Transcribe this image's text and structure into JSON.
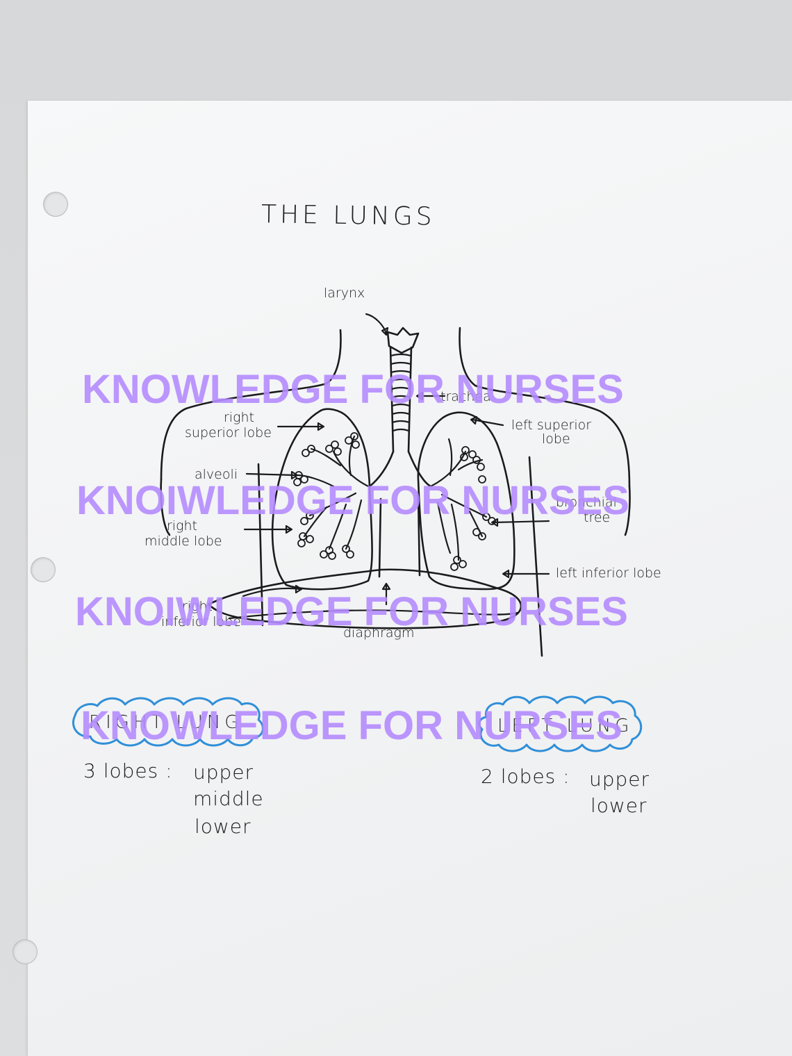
{
  "page": {
    "title": "THE LUNGS"
  },
  "diagram": {
    "labels": {
      "larynx": "larynx",
      "trachea": "trachea",
      "right_superior_lobe_1": "right",
      "right_superior_lobe_2": "superior lobe",
      "left_superior_lobe_1": "left superior",
      "left_superior_lobe_2": "lobe",
      "alveoli": "alveoli",
      "bronchial_tree_1": "bronchial",
      "bronchial_tree_2": "tree",
      "right_middle_lobe_1": "right",
      "right_middle_lobe_2": "middle lobe",
      "left_inferior_lobe": "left inferior lobe",
      "right_inferior_lobe_1": "right",
      "right_inferior_lobe_2": "inferior lobe",
      "diaphragm": "diaphragm"
    }
  },
  "notes": {
    "right_lung": {
      "heading": "RIGHT LUNG",
      "lobes_label": "3 lobes :",
      "lobes": [
        "upper",
        "middle",
        "lower"
      ]
    },
    "left_lung": {
      "heading": "LEFT LUNG",
      "lobes_label": "2 lobes :",
      "lobes": [
        "upper",
        "lower"
      ]
    }
  },
  "watermarks": [
    "KNOWLEDGE FOR NURSES",
    "KNOIWLEDGE FOR NURSES",
    "KNOIWLEDGE FOR NURSES",
    "KNOWLEDGE FOR NURSES"
  ],
  "colors": {
    "ink": "#1b1b1d",
    "cloud_outline": "#2f8fd8",
    "watermark": "#b58cff"
  }
}
